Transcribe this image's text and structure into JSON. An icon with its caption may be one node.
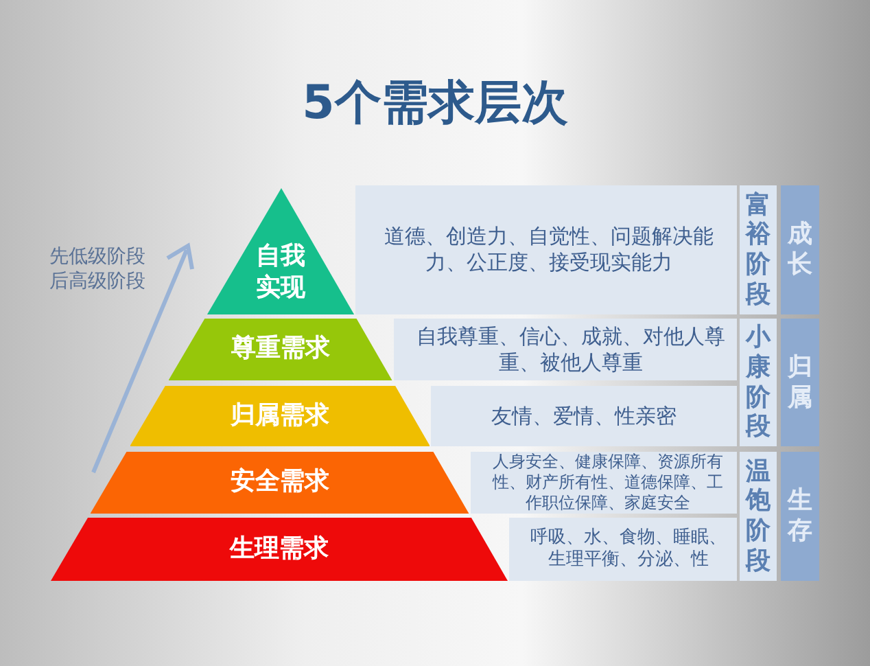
{
  "diagram": {
    "title": "5个需求层次",
    "nodes": [
      {
        "text": [
          "自我实现"
        ]
      },
      {
        "text": [
          "尊重需求"
        ]
      },
      {
        "text": [
          "归属需求"
        ]
      },
      {
        "text": [
          "安全需求"
        ]
      },
      {
        "text": [
          "生理需求"
        ]
      },
      {
        "text": [
          "道德、创造力、自觉性、问题解决能力、公正度、接受现实能力"
        ]
      },
      {
        "text": [
          "自我尊重、信心、成就、对他人尊重、被他人尊重"
        ]
      },
      {
        "text": [
          "友情、爱情、性亲密"
        ]
      },
      {
        "text": [
          "人身安全、健康保障、资源所有性、财产所有性、道德保障、工作职位保障、家庭安全"
        ]
      },
      {
        "text": [
          "呼吸、水、食物、睡眠、生理平衡、分泌、性"
        ]
      },
      {
        "text": [
          "富裕阶段"
        ]
      },
      {
        "text": [
          "小康阶段"
        ]
      },
      {
        "text": [
          "温饱阶段"
        ]
      },
      {
        "text": [
          "成长"
        ]
      },
      {
        "text": [
          "归属"
        ]
      },
      {
        "text": [
          "生存"
        ]
      }
    ],
    "labels": [
      "先低级阶段后高级阶段"
    ]
  }
}
